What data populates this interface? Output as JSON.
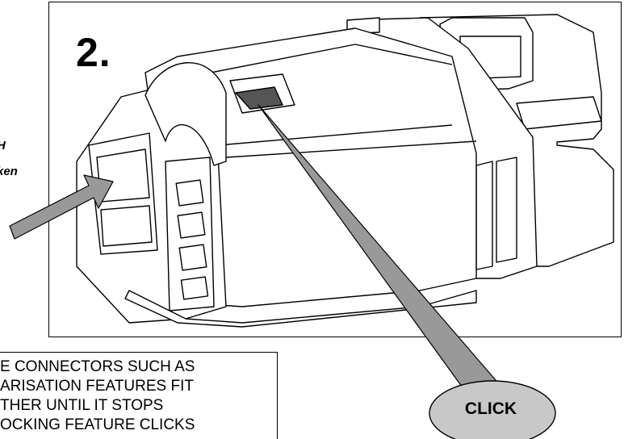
{
  "diagram": {
    "step_number": "2.",
    "side_label_lines": [
      "H",
      "ken"
    ],
    "note_lines": [
      "E CONNECTORS SUCH AS",
      "ARISATION FEATURES FIT",
      "THER UNTIL IT STOPS",
      "OCKING FEATURE CLICKS"
    ],
    "callout_label": "CLICK"
  },
  "colors": {
    "arrow_fill": "#999999",
    "callout_fill": "#c8c8c8",
    "line": "#000000"
  }
}
